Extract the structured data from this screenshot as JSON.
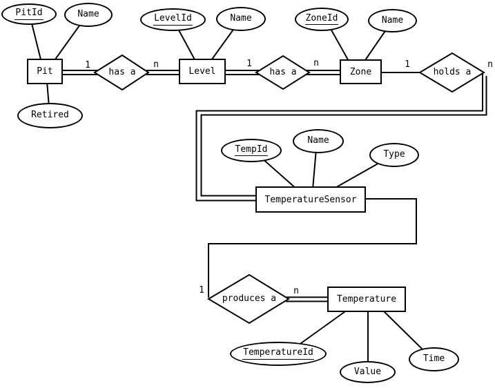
{
  "diagram": {
    "kind": "entity-relationship-diagram",
    "colors": {
      "background": "#ffffff",
      "stroke": "#000000"
    }
  },
  "entities": {
    "pit": {
      "label": "Pit"
    },
    "level": {
      "label": "Level"
    },
    "zone": {
      "label": "Zone"
    },
    "temperature_sensor": {
      "label": "TemperatureSensor"
    },
    "temperature": {
      "label": "Temperature"
    }
  },
  "relationships": {
    "pit_level": {
      "label": "has a",
      "one": "1",
      "many": "n"
    },
    "level_zone": {
      "label": "has a",
      "one": "1",
      "many": "n"
    },
    "zone_sensor": {
      "label": "holds a",
      "one": "1",
      "many": "n"
    },
    "sensor_temperature": {
      "label": "produces a",
      "one": "1",
      "many": "n"
    }
  },
  "attributes": {
    "pit_id": {
      "label": "PitId",
      "key": true
    },
    "pit_name": {
      "label": "Name",
      "key": false
    },
    "pit_retired": {
      "label": "Retired",
      "key": false
    },
    "level_id": {
      "label": "LevelId",
      "key": true
    },
    "level_name": {
      "label": "Name",
      "key": false
    },
    "zone_id": {
      "label": "ZoneId",
      "key": true
    },
    "zone_name": {
      "label": "Name",
      "key": false
    },
    "temp_id": {
      "label": "TempId",
      "key": true
    },
    "sensor_name": {
      "label": "Name",
      "key": false
    },
    "sensor_type": {
      "label": "Type",
      "key": false
    },
    "temperature_id": {
      "label": "TemperatureId",
      "key": true
    },
    "temperature_value": {
      "label": "Value",
      "key": false
    },
    "temperature_time": {
      "label": "Time",
      "key": false
    }
  }
}
